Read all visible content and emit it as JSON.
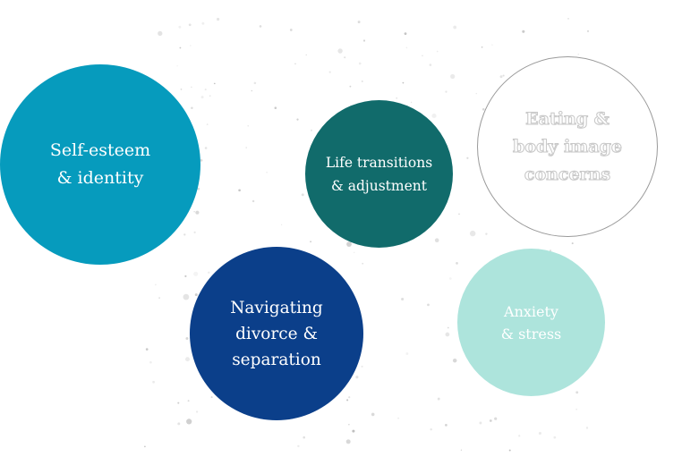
{
  "colors": {
    "self_esteem": "#069bbd",
    "life_transitions": "#116b6b",
    "eating": "#ffffff",
    "divorce": "#0b3f8a",
    "anxiety": "#ade4dc",
    "text_light": "#ffffff"
  },
  "bubbles": {
    "self_esteem": "Self-esteem\n& identity",
    "life_transitions": "Life transitions\n& adjustment",
    "eating": "Eating &\nbody image\nconcerns",
    "divorce": "Navigating\ndivorce &\nseparation",
    "anxiety": "Anxiety\n& stress"
  }
}
